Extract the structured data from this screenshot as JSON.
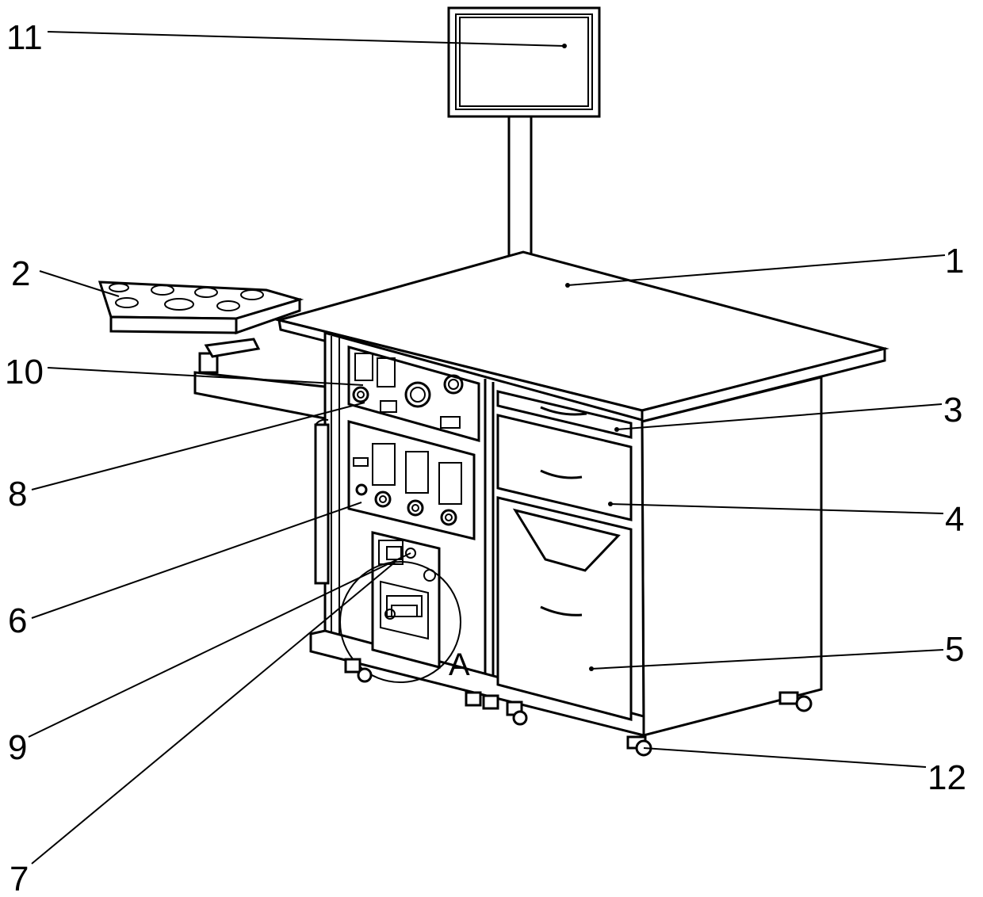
{
  "figure": {
    "labels": [
      {
        "id": "1",
        "text": "1"
      },
      {
        "id": "2",
        "text": "2"
      },
      {
        "id": "3",
        "text": "3"
      },
      {
        "id": "4",
        "text": "4"
      },
      {
        "id": "5",
        "text": "5"
      },
      {
        "id": "6",
        "text": "6"
      },
      {
        "id": "7",
        "text": "7"
      },
      {
        "id": "8",
        "text": "8"
      },
      {
        "id": "9",
        "text": "9"
      },
      {
        "id": "10",
        "text": "10"
      },
      {
        "id": "11",
        "text": "11"
      },
      {
        "id": "12",
        "text": "12"
      }
    ],
    "detail_marker": "A"
  }
}
